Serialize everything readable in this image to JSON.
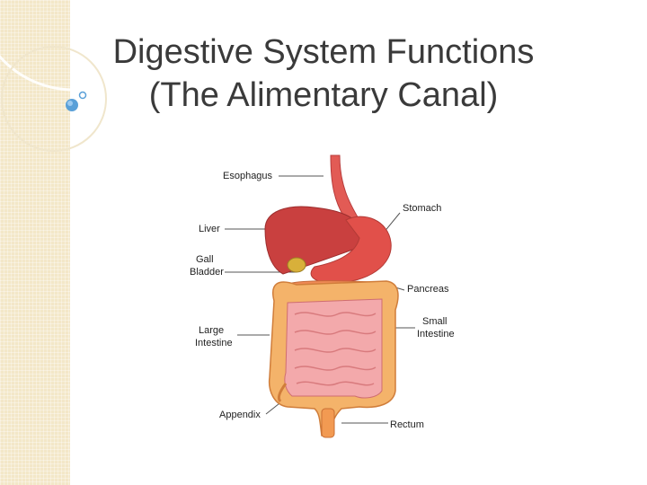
{
  "slide": {
    "title_line1": "Digestive System Functions",
    "title_line2": "(The Alimentary Canal)"
  },
  "diagram": {
    "labels": {
      "esophagus": "Esophagus",
      "liver": "Liver",
      "gall_bladder_1": "Gall",
      "gall_bladder_2": "Bladder",
      "large_intestine_1": "Large",
      "large_intestine_2": "Intestine",
      "appendix": "Appendix",
      "stomach": "Stomach",
      "pancreas": "Pancreas",
      "small_intestine_1": "Small",
      "small_intestine_2": "Intestine",
      "rectum": "Rectum"
    }
  },
  "colors": {
    "strip": "#f3e7c8",
    "accent_blue": "#5aa0d8",
    "title_text": "#3a3a3a",
    "organ_red": "#d24a45",
    "intestine_pink": "#f0a6a8",
    "colon_orange": "#f2a25a"
  }
}
